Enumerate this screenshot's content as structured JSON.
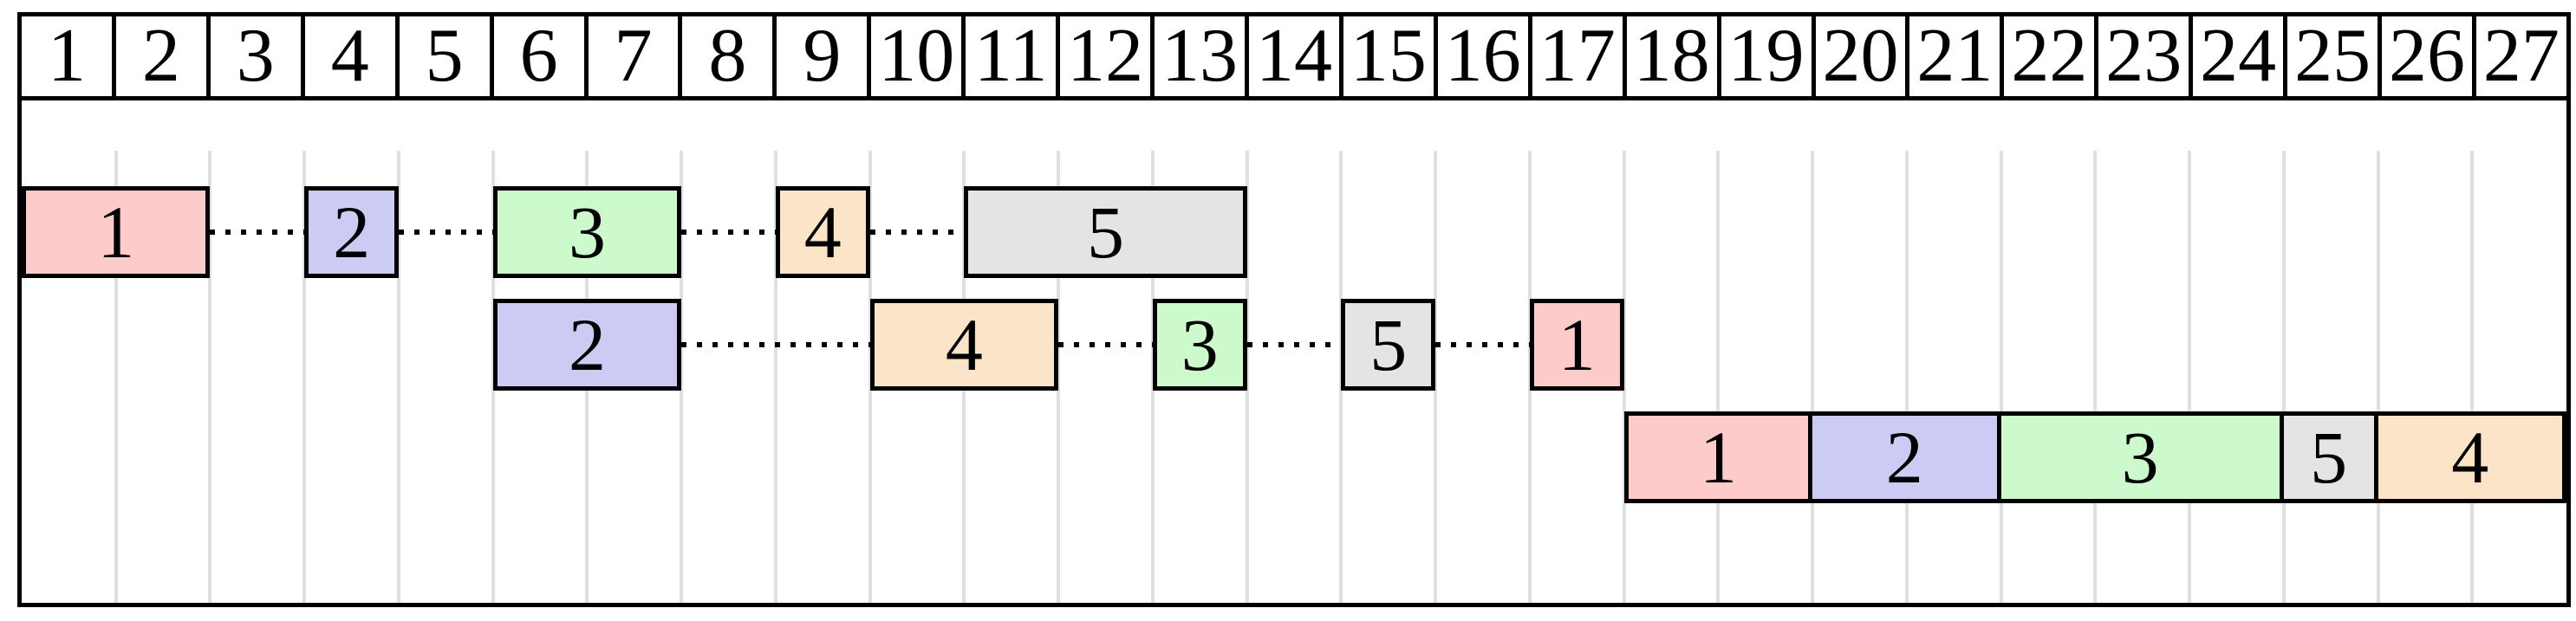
{
  "chart_data": {
    "type": "gantt",
    "title": "",
    "x_axis": {
      "unit": "time-slot",
      "range": [
        1,
        27
      ],
      "ticks": [
        "1",
        "2",
        "3",
        "4",
        "5",
        "6",
        "7",
        "8",
        "9",
        "10",
        "11",
        "12",
        "13",
        "14",
        "15",
        "16",
        "17",
        "18",
        "19",
        "20",
        "21",
        "22",
        "23",
        "24",
        "25",
        "26",
        "27"
      ]
    },
    "task_colors": {
      "1": "#fdcbca",
      "2": "#cbcbf3",
      "3": "#ccfacc",
      "4": "#fce4c8",
      "5": "#e4e4e4"
    },
    "rows": [
      {
        "id": "row-1",
        "style": "dotted-sequence",
        "blocks": [
          {
            "label": "1",
            "start": 1,
            "span": 2
          },
          {
            "label": "2",
            "start": 4,
            "span": 1
          },
          {
            "label": "3",
            "start": 6,
            "span": 2
          },
          {
            "label": "4",
            "start": 9,
            "span": 1
          },
          {
            "label": "5",
            "start": 11,
            "span": 3
          }
        ]
      },
      {
        "id": "row-2",
        "style": "dotted-sequence",
        "blocks": [
          {
            "label": "2",
            "start": 6,
            "span": 2
          },
          {
            "label": "4",
            "start": 10,
            "span": 2
          },
          {
            "label": "3",
            "start": 13,
            "span": 1
          },
          {
            "label": "5",
            "start": 15,
            "span": 1
          },
          {
            "label": "1",
            "start": 17,
            "span": 1
          }
        ]
      },
      {
        "id": "row-3",
        "style": "contiguous",
        "blocks": [
          {
            "label": "1",
            "start": 18,
            "span": 2
          },
          {
            "label": "2",
            "start": 20,
            "span": 2
          },
          {
            "label": "3",
            "start": 22,
            "span": 3
          },
          {
            "label": "5",
            "start": 25,
            "span": 1
          },
          {
            "label": "4",
            "start": 26,
            "span": 2
          }
        ]
      }
    ],
    "layout_colors": {
      "grid_line": "#e0e0e0",
      "border": "#000000",
      "background": "#ffffff"
    }
  }
}
